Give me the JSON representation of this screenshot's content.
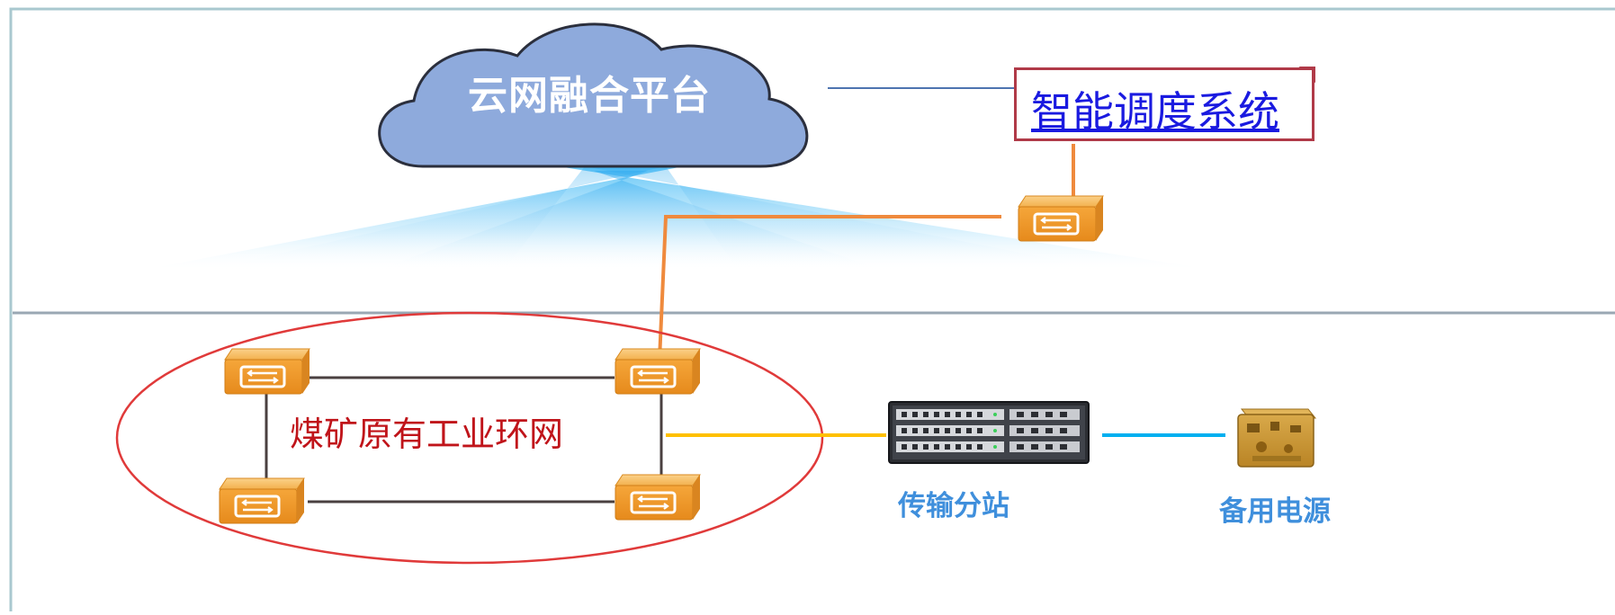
{
  "diagram": {
    "cloud_label": "云网融合平台",
    "dispatch_system": "智能调度系统",
    "ring_network_label": "煤矿原有工业环网",
    "transmission_station": "传输分站",
    "backup_power": "备用电源"
  },
  "colors": {
    "cloud_fill": "#8eaadc",
    "cloud_stroke": "#2b2f3d",
    "beam": "#38b6f4",
    "switch_orange": "#f0a43a",
    "uplink_orange": "#ef8a3d",
    "ring_ellipse": "#e03a3a",
    "ring_line": "#4a4040",
    "yellow_link": "#ffc000",
    "blue_link": "#00b0f0",
    "divider": "#9aa7b3",
    "frame": "#a9c8cf"
  },
  "icons": {
    "switch": "network-switch-icon",
    "station": "transmission-rack-icon",
    "power": "backup-power-box-icon"
  }
}
